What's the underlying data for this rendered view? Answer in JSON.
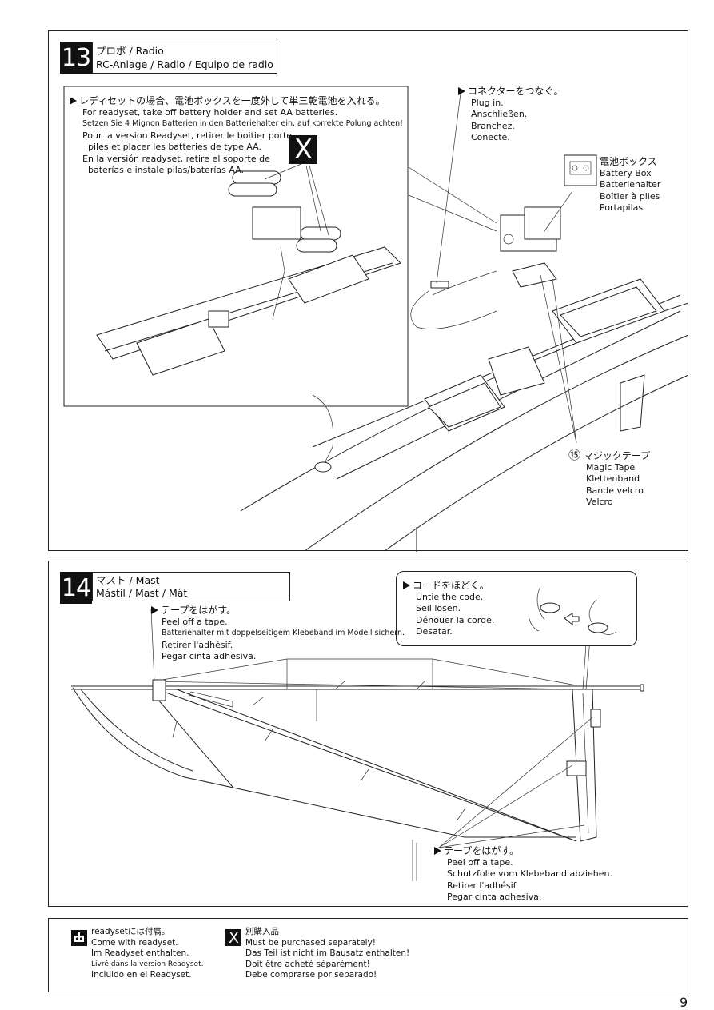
{
  "page_number": "9",
  "step13": {
    "number": "13",
    "title_ja": "プロポ  / Radio",
    "title_multi": "RC-Anlage / Radio / Equipo de radio",
    "readyset_note": [
      "レディセットの場合、電池ボックスを一度外して単三乾電池を入れる。",
      "For readyset, take  off battery holder and set AA batteries.",
      "Setzen Sie 4 Mignon Batterien in den Batteriehalter ein, auf korrekte Polung achten!",
      "Pour la version Readyset, retirer le boitier porte",
      "  piles et placer les batteries de type AA.",
      "En la versión readyset, retire el soporte de",
      "  baterías e instale pilas/baterías AA."
    ],
    "x_mark": "X",
    "plug_in": [
      "コネクターをつなぐ。",
      "Plug in.",
      "Anschließen.",
      "Branchez.",
      "Conecte."
    ],
    "battery_box": [
      "電池ボックス",
      "Battery Box",
      "Batteriehalter",
      "Boîtier à piles",
      "Portapilas"
    ],
    "magic_tape_number": "⑮",
    "magic_tape": [
      "マジックテープ",
      "Magic Tape",
      "Klettenband",
      "Bande velcro",
      "Velcro"
    ]
  },
  "step14": {
    "number": "14",
    "title_ja": "マスト  / Mast",
    "title_multi": "Mástil / Mast / Mât",
    "untie": [
      "コードをほどく。",
      "Untie the code.",
      "Seil lösen.",
      "Dénouer la corde.",
      "Desatar."
    ],
    "peel_top": [
      "テープをはがす。",
      "Peel off a tape.",
      "Batteriehalter mit doppelseitigem Klebeband im Modell sichern.",
      "Retirer l'adhésif.",
      "Pegar cinta adhesiva."
    ],
    "peel_bottom": [
      "テープをはがす。",
      "Peel off a tape.",
      "Schutzfolie vom Klebeband abziehen.",
      "Retirer l'adhésif.",
      "Pegar cinta adhesiva."
    ]
  },
  "legend": {
    "readyset": [
      "readysetには付属。",
      "Come with readyset.",
      "Im Readyset enthalten.",
      "Livré dans la version Readyset.",
      "Incluido en el Readyset."
    ],
    "x_mark": "X",
    "separate": [
      "別購入品",
      "Must be purchased separately!",
      "Das Teil ist nicht im Bausatz enthalten!",
      "Doit être acheté séparément!",
      "Debe comprarse por separado!"
    ]
  }
}
